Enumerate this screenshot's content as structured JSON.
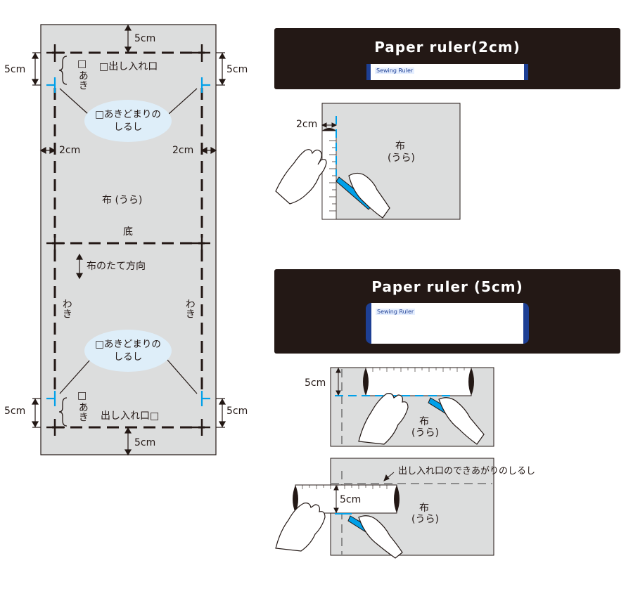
{
  "left_diagram": {
    "top_seam_allowance": "5cm",
    "bottom_seam_allowance": "5cm",
    "left_top_allowance": "5cm",
    "right_top_allowance": "5cm",
    "left_bottom_allowance": "5cm",
    "right_bottom_allowance": "5cm",
    "left_side_allowance": "2cm",
    "right_side_allowance": "2cm",
    "opening_label_top": "出し入れ口",
    "opening_label_bottom": "出し入れ口",
    "gap_label_top": "あき",
    "gap_label_bottom": "あき",
    "bubble_top": {
      "line1": "あきどまりの",
      "line2": "しるし"
    },
    "bubble_bottom": {
      "line1": "あきどまりの",
      "line2": "しるし"
    },
    "fabric_label": "布 (うら)",
    "bottom_fold_label": "底",
    "grain_label": "布のたて方向",
    "side_left": "わき",
    "side_right": "わき"
  },
  "panel_2cm": {
    "banner_title": "Paper ruler(2cm)",
    "measure_label": "2cm",
    "fabric_label_line1": "布",
    "fabric_label_line2": "(うら)"
  },
  "panel_5cm": {
    "banner_title": "Paper ruler (5cm)",
    "measure_label_top": "5cm",
    "fabric_label_top_line1": "布",
    "fabric_label_top_line2": "(うら)",
    "measure_label_bottom": "5cm",
    "fabric_label_bottom_line1": "布",
    "fabric_label_bottom_line2": "(うら)",
    "annotation": "出し入れ口のできあがりのしるし"
  },
  "ruler_brand": "Sewing Ruler",
  "colors": {
    "fabric": "#dcdddd",
    "banner": "#231815",
    "mark_blue": "#00a0e9",
    "ink": "#231815",
    "bubble": "#deeef9"
  }
}
